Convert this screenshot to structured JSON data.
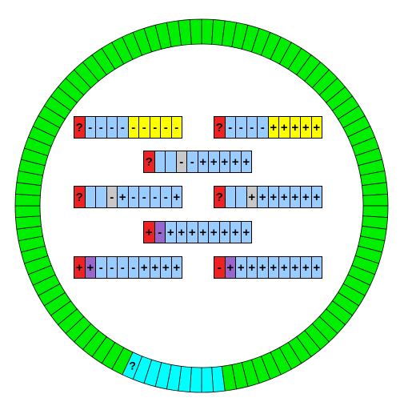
{
  "colors": {
    "ring_default": "#00ee00",
    "ring_highlight": "#00ffff",
    "red": "#ee2222",
    "light_blue": "#99ccff",
    "yellow": "#ffff00",
    "gray": "#c8c8c8",
    "purple": "#9966cc"
  },
  "ring": {
    "segment_count": 100,
    "highlight_start": 48,
    "highlight_count": 9,
    "marker_label": "?"
  },
  "rows": [
    {
      "id": "row-1",
      "cells": [
        {
          "t": "?",
          "c": "red"
        },
        {
          "t": "-",
          "c": "light_blue"
        },
        {
          "t": "-",
          "c": "light_blue"
        },
        {
          "t": "-",
          "c": "light_blue"
        },
        {
          "t": "-",
          "c": "light_blue"
        },
        {
          "t": "-",
          "c": "yellow"
        },
        {
          "t": "-",
          "c": "yellow"
        },
        {
          "t": "-",
          "c": "yellow"
        },
        {
          "t": "-",
          "c": "yellow"
        },
        {
          "t": "-",
          "c": "yellow"
        }
      ]
    },
    {
      "id": "row-2",
      "cells": [
        {
          "t": "?",
          "c": "red"
        },
        {
          "t": "-",
          "c": "light_blue"
        },
        {
          "t": "-",
          "c": "light_blue"
        },
        {
          "t": "-",
          "c": "light_blue"
        },
        {
          "t": "-",
          "c": "light_blue"
        },
        {
          "t": "+",
          "c": "yellow"
        },
        {
          "t": "+",
          "c": "yellow"
        },
        {
          "t": "+",
          "c": "yellow"
        },
        {
          "t": "+",
          "c": "yellow"
        },
        {
          "t": "+",
          "c": "yellow"
        }
      ]
    },
    {
      "id": "row-3",
      "cells": [
        {
          "t": "?",
          "c": "red"
        },
        {
          "t": "",
          "c": "light_blue"
        },
        {
          "t": "",
          "c": "light_blue"
        },
        {
          "t": "-",
          "c": "gray"
        },
        {
          "t": "-",
          "c": "light_blue"
        },
        {
          "t": "+",
          "c": "light_blue"
        },
        {
          "t": "+",
          "c": "light_blue"
        },
        {
          "t": "+",
          "c": "light_blue"
        },
        {
          "t": "+",
          "c": "light_blue"
        },
        {
          "t": "+",
          "c": "light_blue"
        }
      ]
    },
    {
      "id": "row-4",
      "cells": [
        {
          "t": "?",
          "c": "red"
        },
        {
          "t": "",
          "c": "light_blue"
        },
        {
          "t": "",
          "c": "light_blue"
        },
        {
          "t": "-",
          "c": "gray"
        },
        {
          "t": "+",
          "c": "light_blue"
        },
        {
          "t": "-",
          "c": "light_blue"
        },
        {
          "t": "-",
          "c": "light_blue"
        },
        {
          "t": "-",
          "c": "light_blue"
        },
        {
          "t": "-",
          "c": "light_blue"
        },
        {
          "t": "+",
          "c": "light_blue"
        }
      ]
    },
    {
      "id": "row-5",
      "cells": [
        {
          "t": "?",
          "c": "red"
        },
        {
          "t": "",
          "c": "light_blue"
        },
        {
          "t": "",
          "c": "light_blue"
        },
        {
          "t": "+",
          "c": "gray"
        },
        {
          "t": "+",
          "c": "light_blue"
        },
        {
          "t": "+",
          "c": "light_blue"
        },
        {
          "t": "+",
          "c": "light_blue"
        },
        {
          "t": "+",
          "c": "light_blue"
        },
        {
          "t": "+",
          "c": "light_blue"
        },
        {
          "t": "+",
          "c": "light_blue"
        }
      ]
    },
    {
      "id": "row-6",
      "cells": [
        {
          "t": "+",
          "c": "red"
        },
        {
          "t": "-",
          "c": "purple"
        },
        {
          "t": "+",
          "c": "light_blue"
        },
        {
          "t": "+",
          "c": "light_blue"
        },
        {
          "t": "+",
          "c": "light_blue"
        },
        {
          "t": "+",
          "c": "light_blue"
        },
        {
          "t": "+",
          "c": "light_blue"
        },
        {
          "t": "+",
          "c": "light_blue"
        },
        {
          "t": "+",
          "c": "light_blue"
        },
        {
          "t": "+",
          "c": "light_blue"
        }
      ]
    },
    {
      "id": "row-7",
      "cells": [
        {
          "t": "+",
          "c": "red"
        },
        {
          "t": "+",
          "c": "purple"
        },
        {
          "t": "-",
          "c": "light_blue"
        },
        {
          "t": "-",
          "c": "light_blue"
        },
        {
          "t": "-",
          "c": "light_blue"
        },
        {
          "t": "-",
          "c": "light_blue"
        },
        {
          "t": "+",
          "c": "light_blue"
        },
        {
          "t": "+",
          "c": "light_blue"
        },
        {
          "t": "+",
          "c": "light_blue"
        },
        {
          "t": "+",
          "c": "light_blue"
        }
      ]
    },
    {
      "id": "row-8",
      "cells": [
        {
          "t": "-",
          "c": "red"
        },
        {
          "t": "+",
          "c": "purple"
        },
        {
          "t": "+",
          "c": "light_blue"
        },
        {
          "t": "+",
          "c": "light_blue"
        },
        {
          "t": "+",
          "c": "light_blue"
        },
        {
          "t": "+",
          "c": "light_blue"
        },
        {
          "t": "+",
          "c": "light_blue"
        },
        {
          "t": "+",
          "c": "light_blue"
        },
        {
          "t": "+",
          "c": "light_blue"
        },
        {
          "t": "+",
          "c": "light_blue"
        }
      ]
    }
  ]
}
